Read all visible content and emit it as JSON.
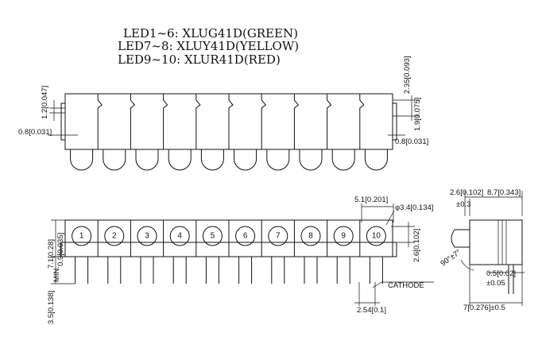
{
  "title": {
    "line1": "LED1~6: XLUG41D(GREEN)",
    "line2": "LED7~8: XLUY41D(YELLOW)",
    "line3": "LED9~10: XLUR41D(RED)"
  },
  "led_numbers": [
    "1",
    "2",
    "3",
    "4",
    "5",
    "6",
    "7",
    "8",
    "9",
    "10"
  ],
  "dims": {
    "top_left_vertical": "1.2[0.047]",
    "top_left_horizontal": "0.8[0.031]",
    "top_right_upper": "2.35[0.093]",
    "top_right_lower": "1.9[0.075]",
    "top_right_horizontal": "0.8[0.031]",
    "front_height": "7.1[0.28]",
    "front_shoulder": "0.9[0.035]",
    "front_lead_length": "3.5[0.138]",
    "front_min": "MIN.",
    "pitch_top": "5.1[0.201]",
    "diameter": "φ3.4[0.134]",
    "led_center_height": "2.6[0.102]",
    "pitch_bottom": "2.54[0.1]",
    "cathode": "CATHODE",
    "side_offset": "2.6[0.102]",
    "side_offset_tol": "±0.3",
    "side_depth": "8.7[0.343]",
    "side_angle": "90°±7°",
    "side_lead": "0.5[0.02]",
    "side_lead_tol": "±0.05",
    "side_bottom": "7[0.276]±0.5"
  }
}
